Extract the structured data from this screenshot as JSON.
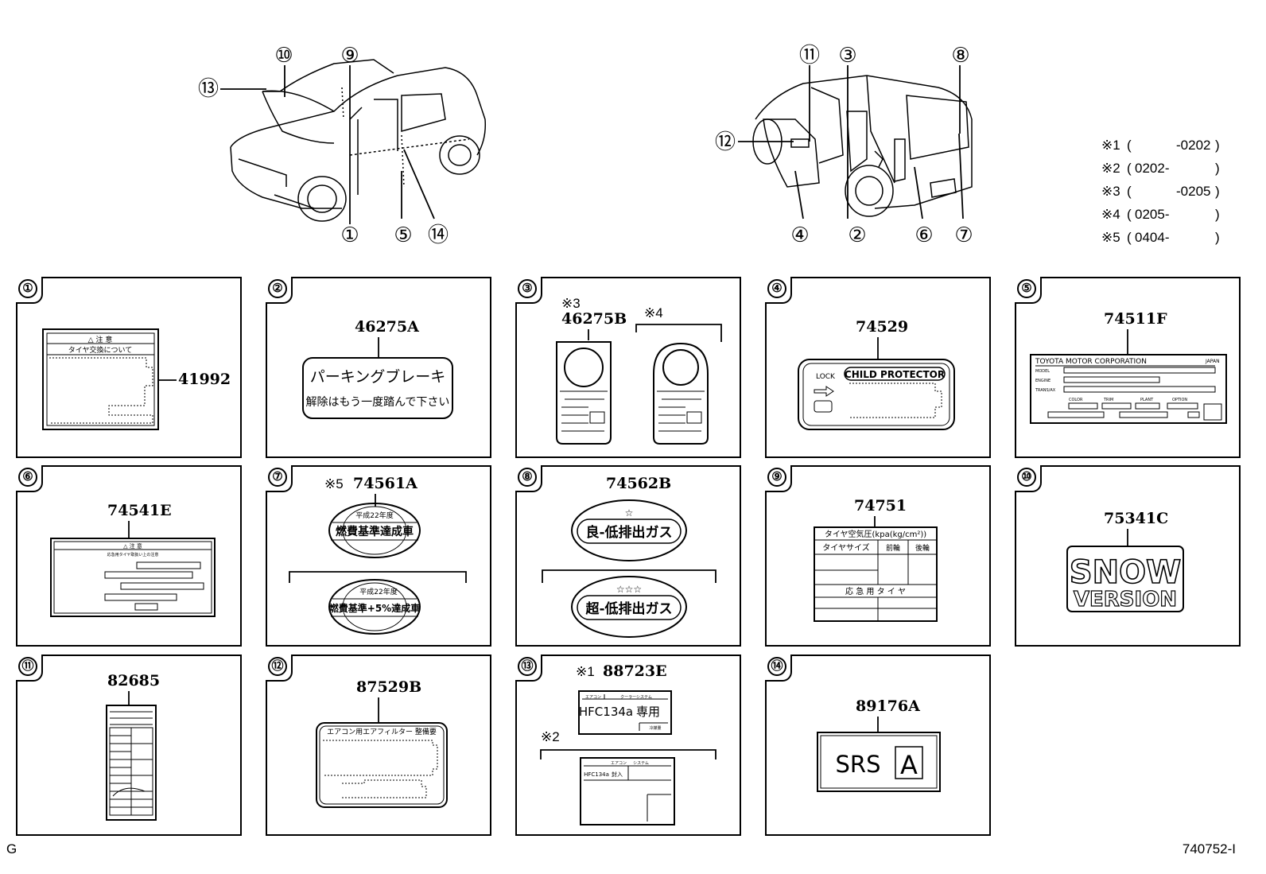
{
  "legend": [
    {
      "key": "※1",
      "from": "",
      "to": "-0202"
    },
    {
      "key": "※2",
      "from": "0202-",
      "to": ""
    },
    {
      "key": "※3",
      "from": "",
      "to": "-0205"
    },
    {
      "key": "※4",
      "from": "0205-",
      "to": ""
    },
    {
      "key": "※5",
      "from": "0404-",
      "to": ""
    }
  ],
  "callouts": {
    "front": [
      "⑩",
      "⑨",
      "⑬",
      "①",
      "⑤",
      "⑭"
    ],
    "rear": [
      "⑪",
      "③",
      "⑧",
      "⑫",
      "④",
      "②",
      "⑥",
      "⑦"
    ]
  },
  "panels": [
    {
      "num": "①",
      "part": "41992",
      "texts": [
        "△ 注 意",
        "タイヤ交換について"
      ]
    },
    {
      "num": "②",
      "part": "46275A",
      "texts": [
        "パーキングブレーキ",
        "解除はもう一度踏んで下さい"
      ]
    },
    {
      "num": "③",
      "part": "46275B",
      "notes": [
        "※3",
        "※4"
      ]
    },
    {
      "num": "④",
      "part": "74529",
      "texts": [
        "LOCK",
        "CHILD PROTECTOR"
      ]
    },
    {
      "num": "⑤",
      "part": "74511F",
      "texts": [
        "TOYOTA MOTOR CORPORATION",
        "JAPAN",
        "MODEL",
        "ENGINE",
        "TRANS/AX",
        "COLOR",
        "TRIM",
        "PLANT",
        "OPTION"
      ]
    },
    {
      "num": "⑥",
      "part": "74541E",
      "texts": [
        "△ 注 意",
        "応急用タイヤ取扱い上の注意"
      ]
    },
    {
      "num": "⑦",
      "part": "74561A",
      "notes": [
        "※5"
      ],
      "texts": [
        "平成22年度",
        "燃費基準達成車",
        "平成22年度",
        "燃費基準+5%達成車"
      ]
    },
    {
      "num": "⑧",
      "part": "74562B",
      "texts": [
        "☆",
        "良-低排出ガス",
        "☆☆☆",
        "超-低排出ガス"
      ]
    },
    {
      "num": "⑨",
      "part": "74751",
      "texts": [
        "タイヤ空気圧(kpa(kg/cm²))",
        "タイヤサイズ",
        "前輪",
        "後輪",
        "応 急 用 タ イ ヤ"
      ]
    },
    {
      "num": "⑩",
      "part": "75341C",
      "texts": [
        "SNOW",
        "VERSION"
      ]
    },
    {
      "num": "⑪",
      "part": "82685"
    },
    {
      "num": "⑫",
      "part": "87529B",
      "texts": [
        "エアコン用エアフィルター 整備要"
      ]
    },
    {
      "num": "⑬",
      "part": "88723E",
      "notes": [
        "※1",
        "※2"
      ],
      "texts": [
        "エアコン",
        "クーラーシステム",
        "HFC134a",
        "専用",
        "冷媒量",
        "エアコン",
        "システム",
        "HFC134a",
        "封入"
      ]
    },
    {
      "num": "⑭",
      "part": "89176A",
      "texts": [
        "SRS",
        "A"
      ]
    }
  ],
  "footer": {
    "left": "G",
    "right": "740752-I"
  }
}
